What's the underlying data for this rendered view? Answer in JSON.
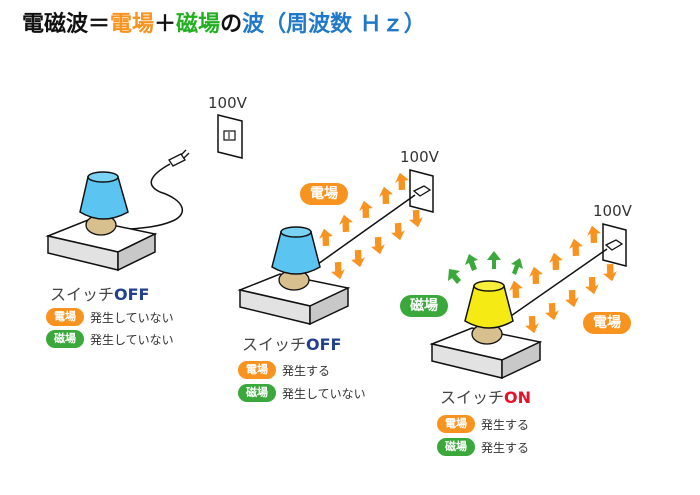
{
  "title": {
    "part1": "電磁波＝",
    "part2": "電場",
    "part3": "＋",
    "part4": "磁場",
    "part5": "の",
    "part6": "波（周波数 Ｈｚ）"
  },
  "colors": {
    "electric": "#f7931e",
    "magnetic": "#3aa83a",
    "off": "#23408e",
    "on": "#e8102a",
    "shade_off": "#5cc4f0",
    "shade_on": "#f5ea14"
  },
  "panels": [
    {
      "voltage": "100V",
      "switch_label": "スイッチ",
      "switch_state": "OFF",
      "electric_label": "電場",
      "electric_status": "発生していない",
      "magnetic_label": "磁場",
      "magnetic_status": "発生していない"
    },
    {
      "voltage": "100V",
      "switch_label": "スイッチ",
      "switch_state": "OFF",
      "electric_label": "電場",
      "electric_status": "発生する",
      "magnetic_label": "磁場",
      "magnetic_status": "発生していない",
      "field_tag": "電場"
    },
    {
      "voltage": "100V",
      "switch_label": "スイッチ",
      "switch_state": "ON",
      "electric_label": "電場",
      "electric_status": "発生する",
      "magnetic_label": "磁場",
      "magnetic_status": "発生する",
      "field_tag_electric": "電場",
      "field_tag_magnetic": "磁場"
    }
  ]
}
